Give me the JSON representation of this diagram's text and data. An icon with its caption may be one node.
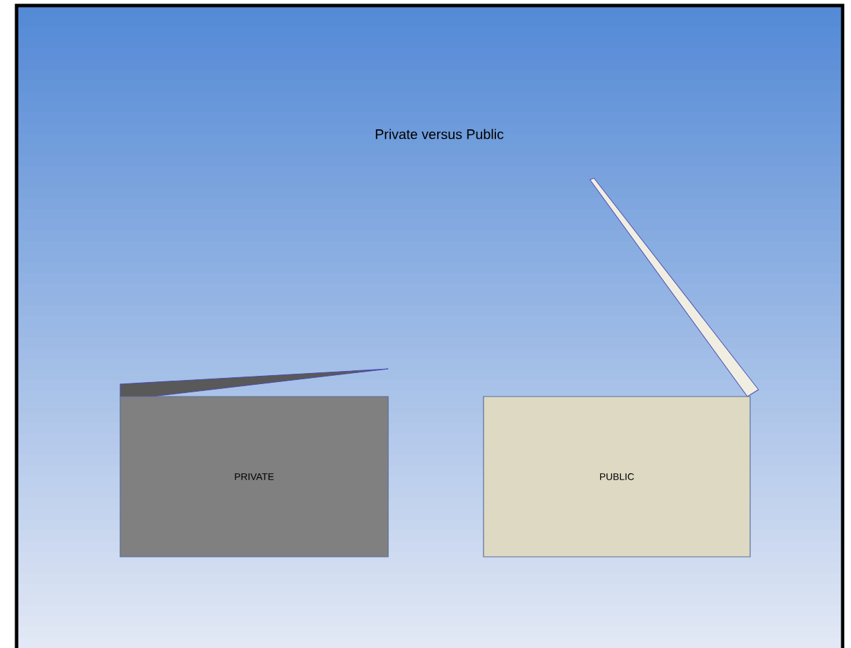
{
  "diagram": {
    "title": "Private versus Public",
    "nodes": [
      {
        "text": [
          "PRIVATE"
        ]
      },
      {
        "text": [
          "PUBLIC"
        ]
      }
    ],
    "edges": []
  }
}
